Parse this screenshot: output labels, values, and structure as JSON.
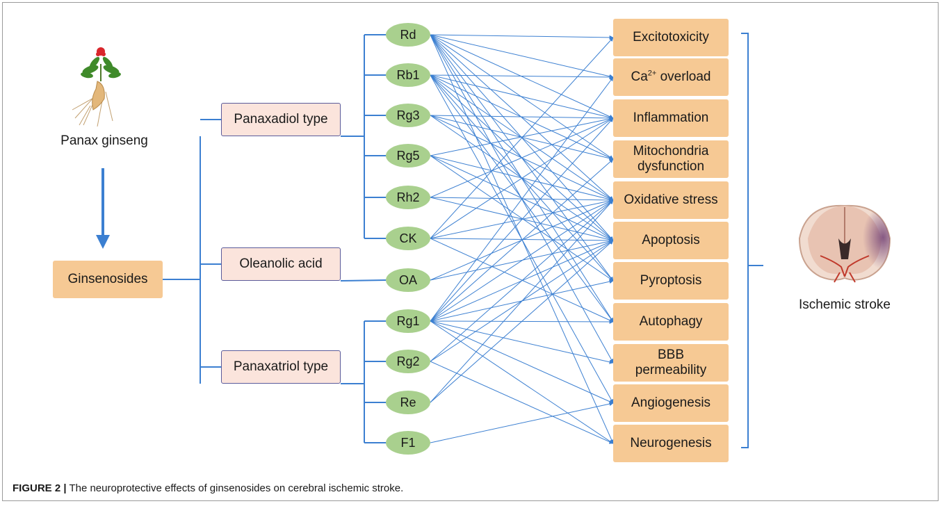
{
  "source_label": "Panax ginseng",
  "root_label": "Ginsenosides",
  "types": [
    "Panaxadiol type",
    "Oleanolic acid",
    "Panaxatriol type"
  ],
  "compounds": [
    "Rd",
    "Rb1",
    "Rg3",
    "Rg5",
    "Rh2",
    "CK",
    "OA",
    "Rg1",
    "Rg2",
    "Re",
    "F1"
  ],
  "effects": [
    {
      "main": "Excitotoxicity"
    },
    {
      "main": "Ca",
      "sup": "2+",
      "rest": " overload"
    },
    {
      "main": "Inflammation"
    },
    {
      "main": "Mitochondria",
      "line2": "dysfunction"
    },
    {
      "main": "Oxidative stress"
    },
    {
      "main": "Apoptosis"
    },
    {
      "main": "Pyroptosis"
    },
    {
      "main": "Autophagy"
    },
    {
      "main": "BBB",
      "line2": "permeability"
    },
    {
      "main": "Angiogenesis"
    },
    {
      "main": "Neurogenesis"
    }
  ],
  "outcome_label": "Ischemic stroke",
  "caption": {
    "bold": "FIGURE 2 |",
    "text": " The neuroprotective effects of ginsenosides on cerebral ischemic stroke."
  },
  "links": [
    [
      0,
      0
    ],
    [
      0,
      1
    ],
    [
      0,
      2
    ],
    [
      0,
      3
    ],
    [
      0,
      4
    ],
    [
      0,
      5
    ],
    [
      0,
      6
    ],
    [
      0,
      7
    ],
    [
      0,
      8
    ],
    [
      0,
      10
    ],
    [
      1,
      1
    ],
    [
      1,
      2
    ],
    [
      1,
      3
    ],
    [
      1,
      4
    ],
    [
      1,
      5
    ],
    [
      1,
      6
    ],
    [
      1,
      7
    ],
    [
      1,
      9
    ],
    [
      2,
      2
    ],
    [
      2,
      3
    ],
    [
      2,
      4
    ],
    [
      2,
      5
    ],
    [
      3,
      2
    ],
    [
      3,
      4
    ],
    [
      3,
      5
    ],
    [
      3,
      6
    ],
    [
      4,
      2
    ],
    [
      4,
      4
    ],
    [
      4,
      5
    ],
    [
      5,
      0
    ],
    [
      5,
      2
    ],
    [
      5,
      4
    ],
    [
      5,
      5
    ],
    [
      5,
      7
    ],
    [
      6,
      4
    ],
    [
      6,
      5
    ],
    [
      7,
      1
    ],
    [
      7,
      2
    ],
    [
      7,
      3
    ],
    [
      7,
      4
    ],
    [
      7,
      5
    ],
    [
      7,
      6
    ],
    [
      7,
      7
    ],
    [
      7,
      8
    ],
    [
      7,
      9
    ],
    [
      7,
      10
    ],
    [
      8,
      4
    ],
    [
      8,
      5
    ],
    [
      8,
      10
    ],
    [
      9,
      4
    ],
    [
      9,
      5
    ],
    [
      10,
      9
    ]
  ],
  "colors": {
    "line": "#3b7fd1",
    "box_orange": "#f6c994",
    "box_pink": "#fbe4dc",
    "ellipse": "#a9d08e"
  },
  "icons": [
    "ginseng-root-image",
    "brain-section-image"
  ]
}
